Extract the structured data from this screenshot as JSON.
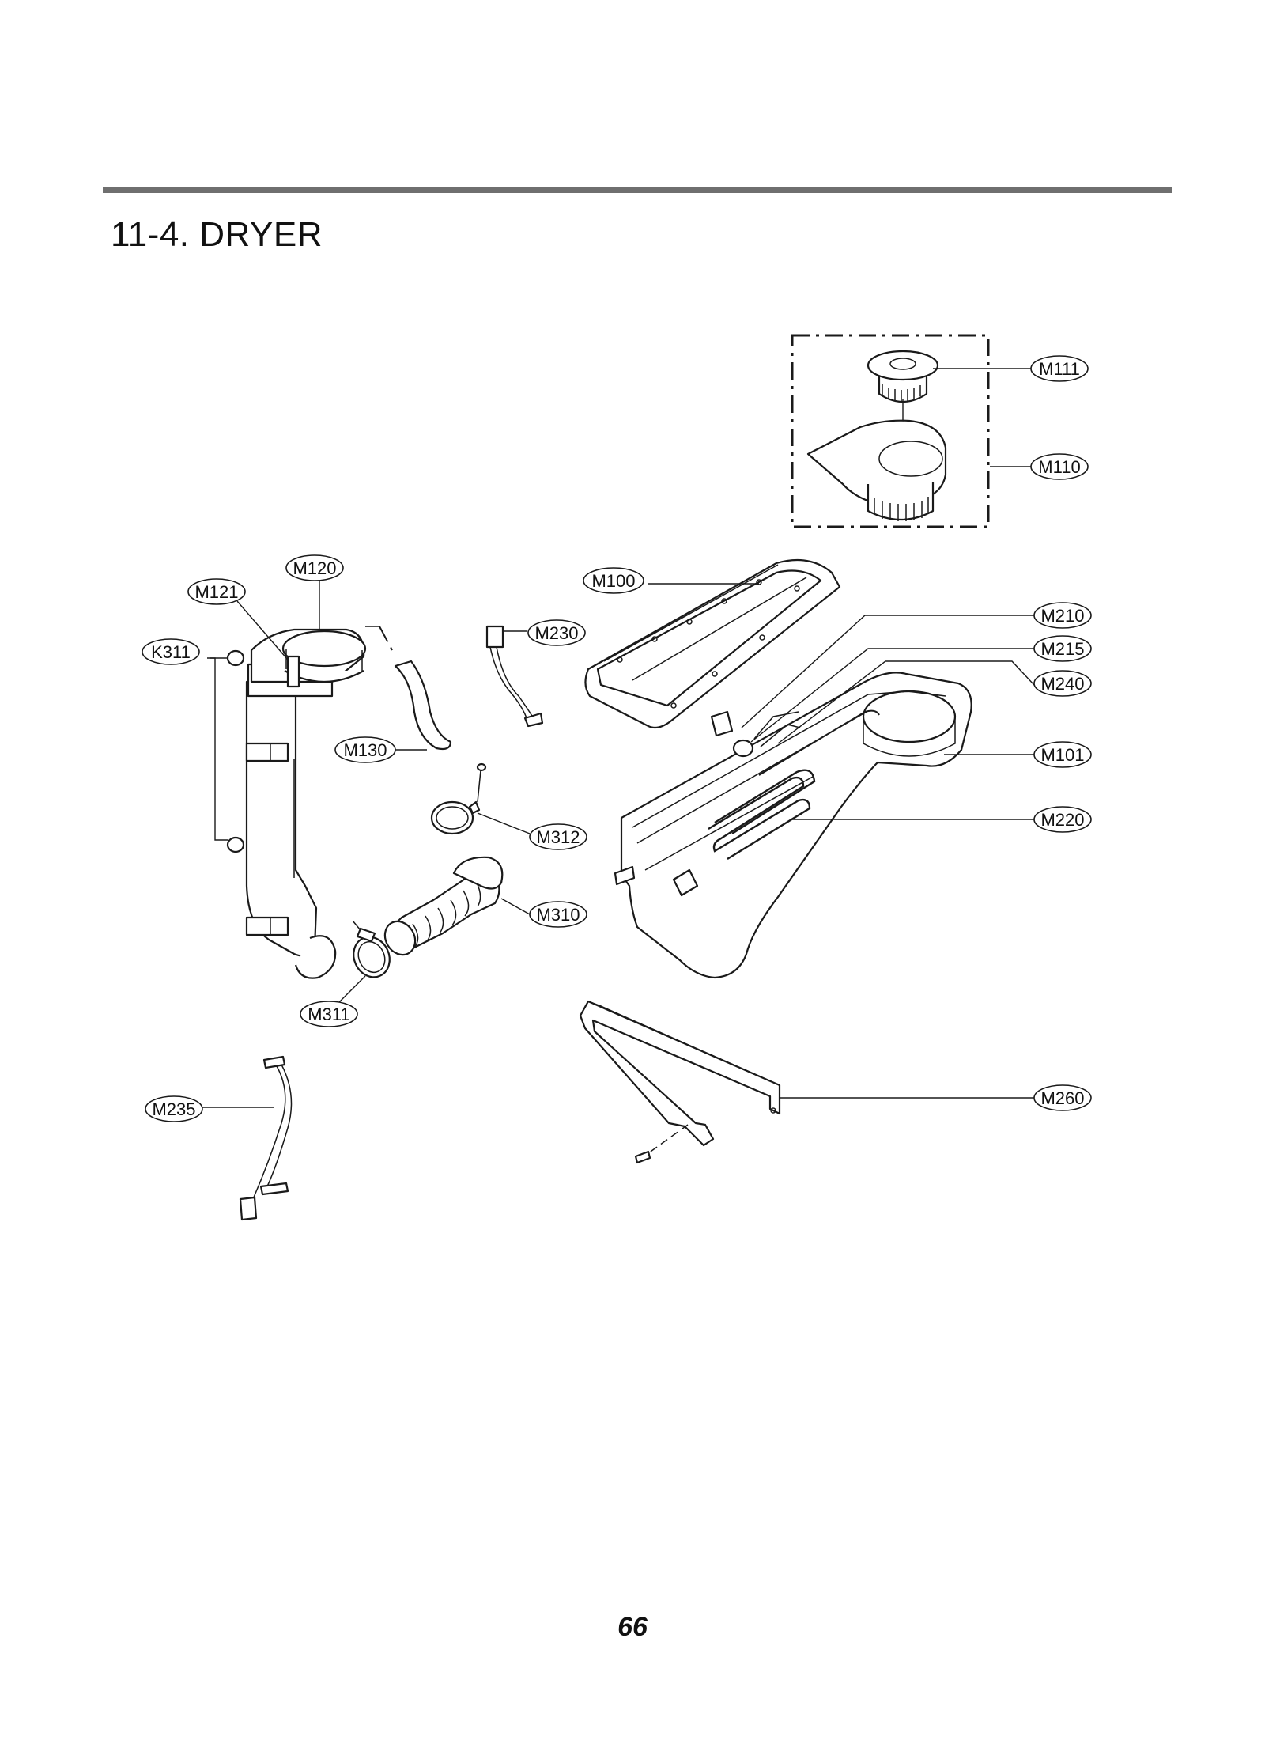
{
  "header": {
    "title": "11-4. DRYER"
  },
  "page_number": "66",
  "callouts": {
    "m111": "M111",
    "m110": "M110",
    "m120": "M120",
    "m121": "M121",
    "k311": "K311",
    "m100": "M100",
    "m230": "M230",
    "m210": "M210",
    "m215": "M215",
    "m240": "M240",
    "m130": "M130",
    "m101": "M101",
    "m312": "M312",
    "m220": "M220",
    "m310": "M310",
    "m311": "M311",
    "m235": "M235",
    "m260": "M260"
  }
}
